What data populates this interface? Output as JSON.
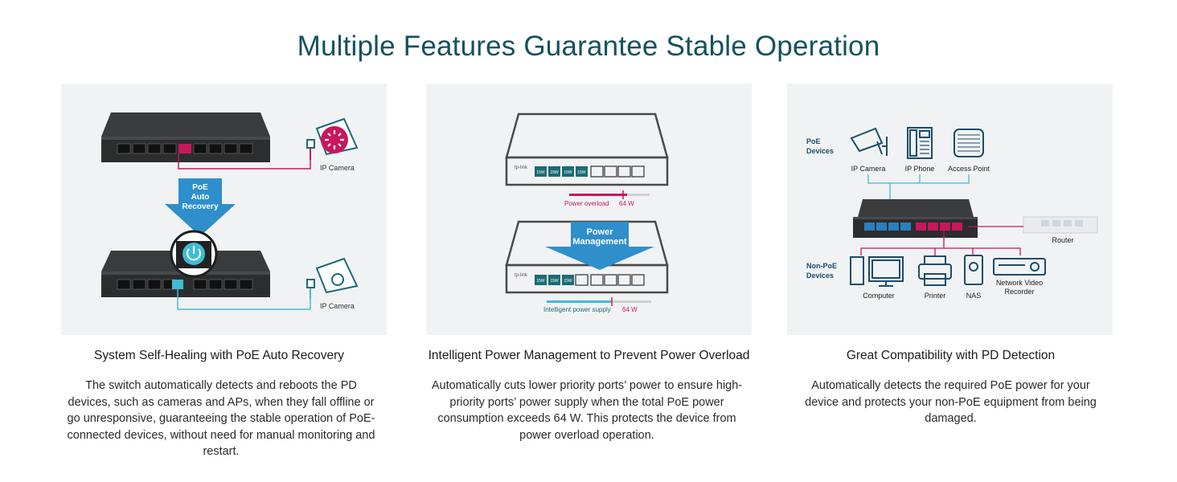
{
  "page": {
    "title": "Multiple Features Guarantee Stable Operation"
  },
  "features": [
    {
      "title": "System Self-Healing with PoE Auto Recovery",
      "description": "The switch automatically detects and reboots the PD devices, such as cameras and APs, when they fall offline or go unresponsive, guaranteeing the stable operation of PoE-connected devices, without need for manual monitoring and restart.",
      "diagram": {
        "arrow_label_lines": [
          "PoE",
          "Auto",
          "Recovery"
        ],
        "camera_label_top": "IP Camera",
        "camera_label_bottom": "IP Camera"
      }
    },
    {
      "title": "Intelligent Power Management to Prevent Power Overload",
      "description": "Automatically cuts lower priority ports’ power to ensure high-priority ports’ power supply when the total PoE power consumption exceeds 64 W. This protects the device from power overload operation.",
      "diagram": {
        "port_label": "15W",
        "overload_label": "Power overload",
        "overload_value": "64 W",
        "arrow_label_lines": [
          "Power",
          "Management"
        ],
        "supply_label": "Intelligent power supply",
        "supply_value": "64 W",
        "brand": "tp-link"
      }
    },
    {
      "title": "Great Compatibility with PD Detection",
      "description": "Automatically detects the required PoE power for your device and protects your non-PoE equipment from being damaged.",
      "diagram": {
        "poe_group_lines": [
          "PoE",
          "Devices"
        ],
        "non_poe_group_lines": [
          "Non-PoE",
          "Devices"
        ],
        "poe_devices": [
          "IP Camera",
          "IP Phone",
          "Access Point"
        ],
        "router_label": "Router",
        "non_poe_devices": [
          "Computer",
          "Printer",
          "NAS"
        ],
        "nvr_label_lines": [
          "Network Video",
          "Recorder"
        ]
      }
    }
  ],
  "colors": {
    "title": "#14525e",
    "magenta": "#c8175d",
    "cyan": "#3fbcd3",
    "blue": "#2a7fbf",
    "panel": "#f1f2f3"
  }
}
